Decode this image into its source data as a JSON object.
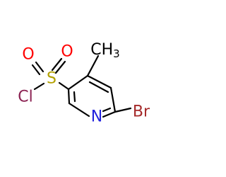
{
  "molecule": {
    "atoms": {
      "ch3": {
        "text": "CH",
        "sub": "3",
        "color": "#000000"
      },
      "o_top": {
        "text": "O",
        "color": "#ff0000"
      },
      "o_left": {
        "text": "O",
        "color": "#ff0000"
      },
      "s": {
        "text": "S",
        "color": "#b3a100"
      },
      "cl": {
        "text": "Cl",
        "color": "#8b2252"
      },
      "n": {
        "text": "N",
        "color": "#2222dd"
      },
      "br": {
        "text": "Br",
        "color": "#a52a2a"
      }
    },
    "bond_color": "#000000"
  }
}
